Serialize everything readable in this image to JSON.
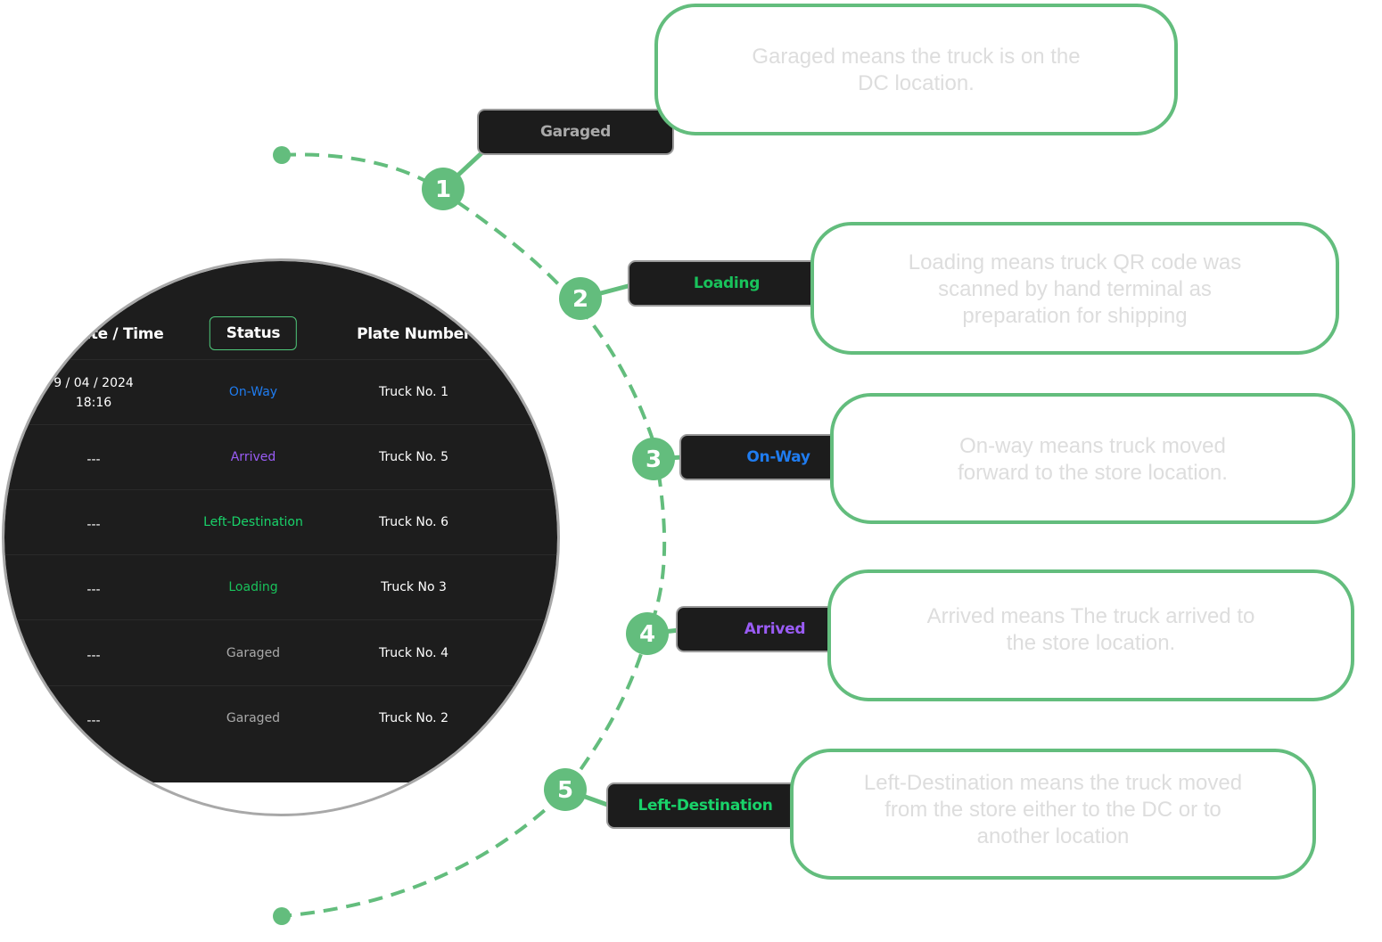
{
  "colors": {
    "accent_green": "#63bd7d",
    "panel_dark": "#1d1d1d",
    "status_onway": "#1f7cf0",
    "status_arrived": "#9a5cf5",
    "status_left_destination": "#19d36a",
    "status_loading": "#19c25b",
    "status_garaged": "#a9a9a9",
    "description_text": "#dddddd"
  },
  "table": {
    "headers": {
      "date_time": "ate / Time",
      "status": "Status",
      "plate_number": "Plate Number"
    },
    "rows": [
      {
        "date": "9 / 04 / 2024",
        "time": "18:16",
        "status": "On-Way",
        "status_color": "#1f7cf0",
        "plate": "Truck No. 1"
      },
      {
        "date": "---",
        "time": "",
        "status": "Arrived",
        "status_color": "#9a5cf5",
        "plate": "Truck No. 5"
      },
      {
        "date": "---",
        "time": "",
        "status": "Left-Destination",
        "status_color": "#19d36a",
        "plate": "Truck No. 6"
      },
      {
        "date": "---",
        "time": "",
        "status": "Loading",
        "status_color": "#19c25b",
        "plate": "Truck No 3"
      },
      {
        "date": "---",
        "time": "",
        "status": "Garaged",
        "status_color": "#a9a9a9",
        "plate": "Truck No. 4"
      },
      {
        "date": "---",
        "time": "",
        "status": "Garaged",
        "status_color": "#a9a9a9",
        "plate": "Truck No. 2"
      }
    ]
  },
  "steps": [
    {
      "number": "1",
      "status": "Garaged",
      "color": "#a9a9a9",
      "description": "Garaged means the truck is on the DC location."
    },
    {
      "number": "2",
      "status": "Loading",
      "color": "#19c25b",
      "description": "Loading means truck QR code was scanned by hand terminal as preparation for shipping"
    },
    {
      "number": "3",
      "status": "On-Way",
      "color": "#1f7cf0",
      "description": "On-way means truck moved forward to the store location."
    },
    {
      "number": "4",
      "status": "Arrived",
      "color": "#9a5cf5",
      "description": "Arrived means The truck arrived to the store location."
    },
    {
      "number": "5",
      "status": "Left-Destination",
      "color": "#19d36a",
      "description": "Left-Destination means the truck moved from the store either to the DC or to another location"
    }
  ]
}
